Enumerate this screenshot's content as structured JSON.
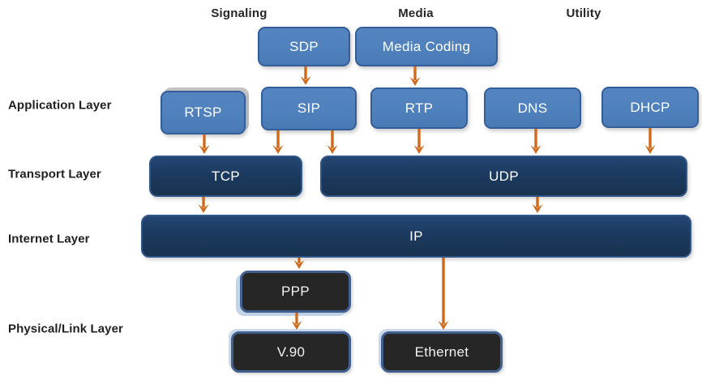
{
  "column_headers": {
    "signaling": {
      "label": "Signaling"
    },
    "media": {
      "label": "Media"
    },
    "utility": {
      "label": "Utility"
    }
  },
  "layer_labels": {
    "application": {
      "label": "Application Layer"
    },
    "transport": {
      "label": "Transport Layer"
    },
    "internet": {
      "label": "Internet Layer"
    },
    "physical": {
      "label": "Physical/Link Layer"
    }
  },
  "nodes": {
    "sdp": {
      "label": "SDP",
      "type": "application"
    },
    "media_coding": {
      "label": "Media Coding",
      "type": "application"
    },
    "rtsp": {
      "label": "RTSP",
      "type": "application"
    },
    "sip": {
      "label": "SIP",
      "type": "application"
    },
    "rtp": {
      "label": "RTP",
      "type": "application"
    },
    "dns": {
      "label": "DNS",
      "type": "application"
    },
    "dhcp": {
      "label": "DHCP",
      "type": "application"
    },
    "tcp": {
      "label": "TCP",
      "type": "transport"
    },
    "udp": {
      "label": "UDP",
      "type": "transport"
    },
    "ip": {
      "label": "IP",
      "type": "internet"
    },
    "ppp": {
      "label": "PPP",
      "type": "physical"
    },
    "v90": {
      "label": "V.90",
      "type": "physical"
    },
    "ethernet": {
      "label": "Ethernet",
      "type": "physical"
    }
  },
  "edges": [
    {
      "from": "sdp",
      "to": "sip"
    },
    {
      "from": "media_coding",
      "to": "rtp"
    },
    {
      "from": "rtsp",
      "to": "tcp"
    },
    {
      "from": "sip",
      "to": "tcp"
    },
    {
      "from": "sip",
      "to": "udp"
    },
    {
      "from": "rtp",
      "to": "udp"
    },
    {
      "from": "dns",
      "to": "udp"
    },
    {
      "from": "dhcp",
      "to": "udp"
    },
    {
      "from": "tcp",
      "to": "ip"
    },
    {
      "from": "udp",
      "to": "ip"
    },
    {
      "from": "ip",
      "to": "ppp"
    },
    {
      "from": "ip",
      "to": "ethernet"
    },
    {
      "from": "ppp",
      "to": "v90"
    }
  ],
  "colors": {
    "app_box_fill": "#4f81bd",
    "app_box_border": "#335e99",
    "core_box_fill": "#1c3a60",
    "core_box_border": "#30568a",
    "dark_box_fill": "#262626",
    "dark_box_border": "#41608f",
    "arrow": "#d06a1a",
    "box_text": "#ffffff",
    "label_text": "#262626",
    "background": "#ffffff"
  }
}
